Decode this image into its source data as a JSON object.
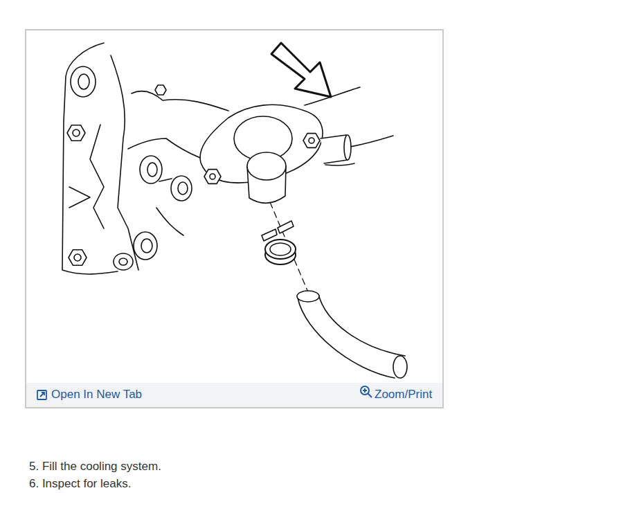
{
  "diagram": {
    "labels": [
      "Open In New Tab",
      "Zoom/Print",
      "5. Fill the cooling system.",
      "6. Inspect for leaks."
    ]
  }
}
